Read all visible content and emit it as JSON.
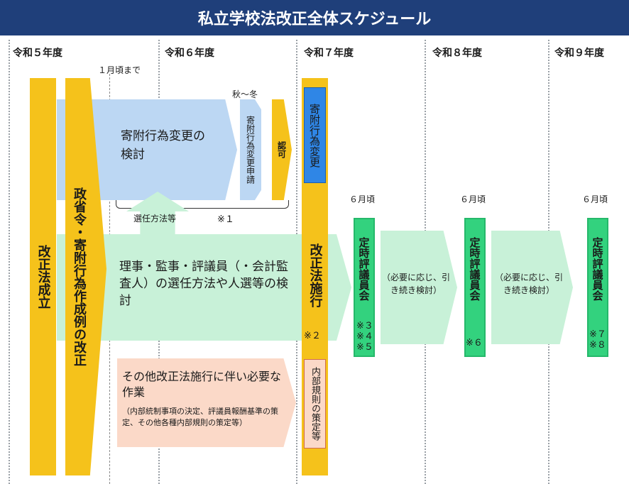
{
  "header": {
    "title": "私立学校法改正全体スケジュール"
  },
  "years": {
    "r5": "令和５年度",
    "r6": "令和６年度",
    "r7": "令和７年度",
    "r8": "令和８年度",
    "r9": "令和９年度"
  },
  "timing": {
    "jan": "１月頃まで",
    "autumn": "秋～冬",
    "june1": "６月頃",
    "june2": "６月頃",
    "june3": "６月頃"
  },
  "bars": {
    "law_passed": "改正法成立",
    "ordinance": "政省令・寄附行為作成例の改正",
    "enforce": "改正法施行",
    "enforce_note": "※２",
    "endow_change": "寄附行為変更",
    "internal_rules": "内部規則の策定等"
  },
  "blue": {
    "main": "寄附行為変更の検討",
    "apply": "寄附行為変更申請",
    "approve": "認可",
    "brace_note": "※１",
    "up_label": "選任方法等"
  },
  "green": {
    "main": "理事・監事・評議員（・会計監査人）の選任方法や人選等の検討",
    "cont1": "（必要に応じ、引き続き検討）",
    "cont2": "（必要に応じ、引き続き検討）"
  },
  "pink": {
    "title": "その他改正法施行に伴い必要な作業",
    "detail": "（内部統制事項の決定、評議員報酬基準の策定、その他各種内部規則の策定等）"
  },
  "meetings": {
    "label1": "定時評議員会",
    "notes1": "※３\n※４\n※５",
    "label2": "定時評議員会",
    "notes2": "※６",
    "label3": "定時評議員会",
    "notes3": "※７\n※８"
  },
  "colors": {
    "header": "#1f3f7a",
    "gold": "#f5c21b",
    "blue": "#bcd7f3",
    "green": "#c8f1d8",
    "meeting": "#33d27e",
    "pink": "#fbd9c8",
    "endow": "#2f86e6"
  }
}
